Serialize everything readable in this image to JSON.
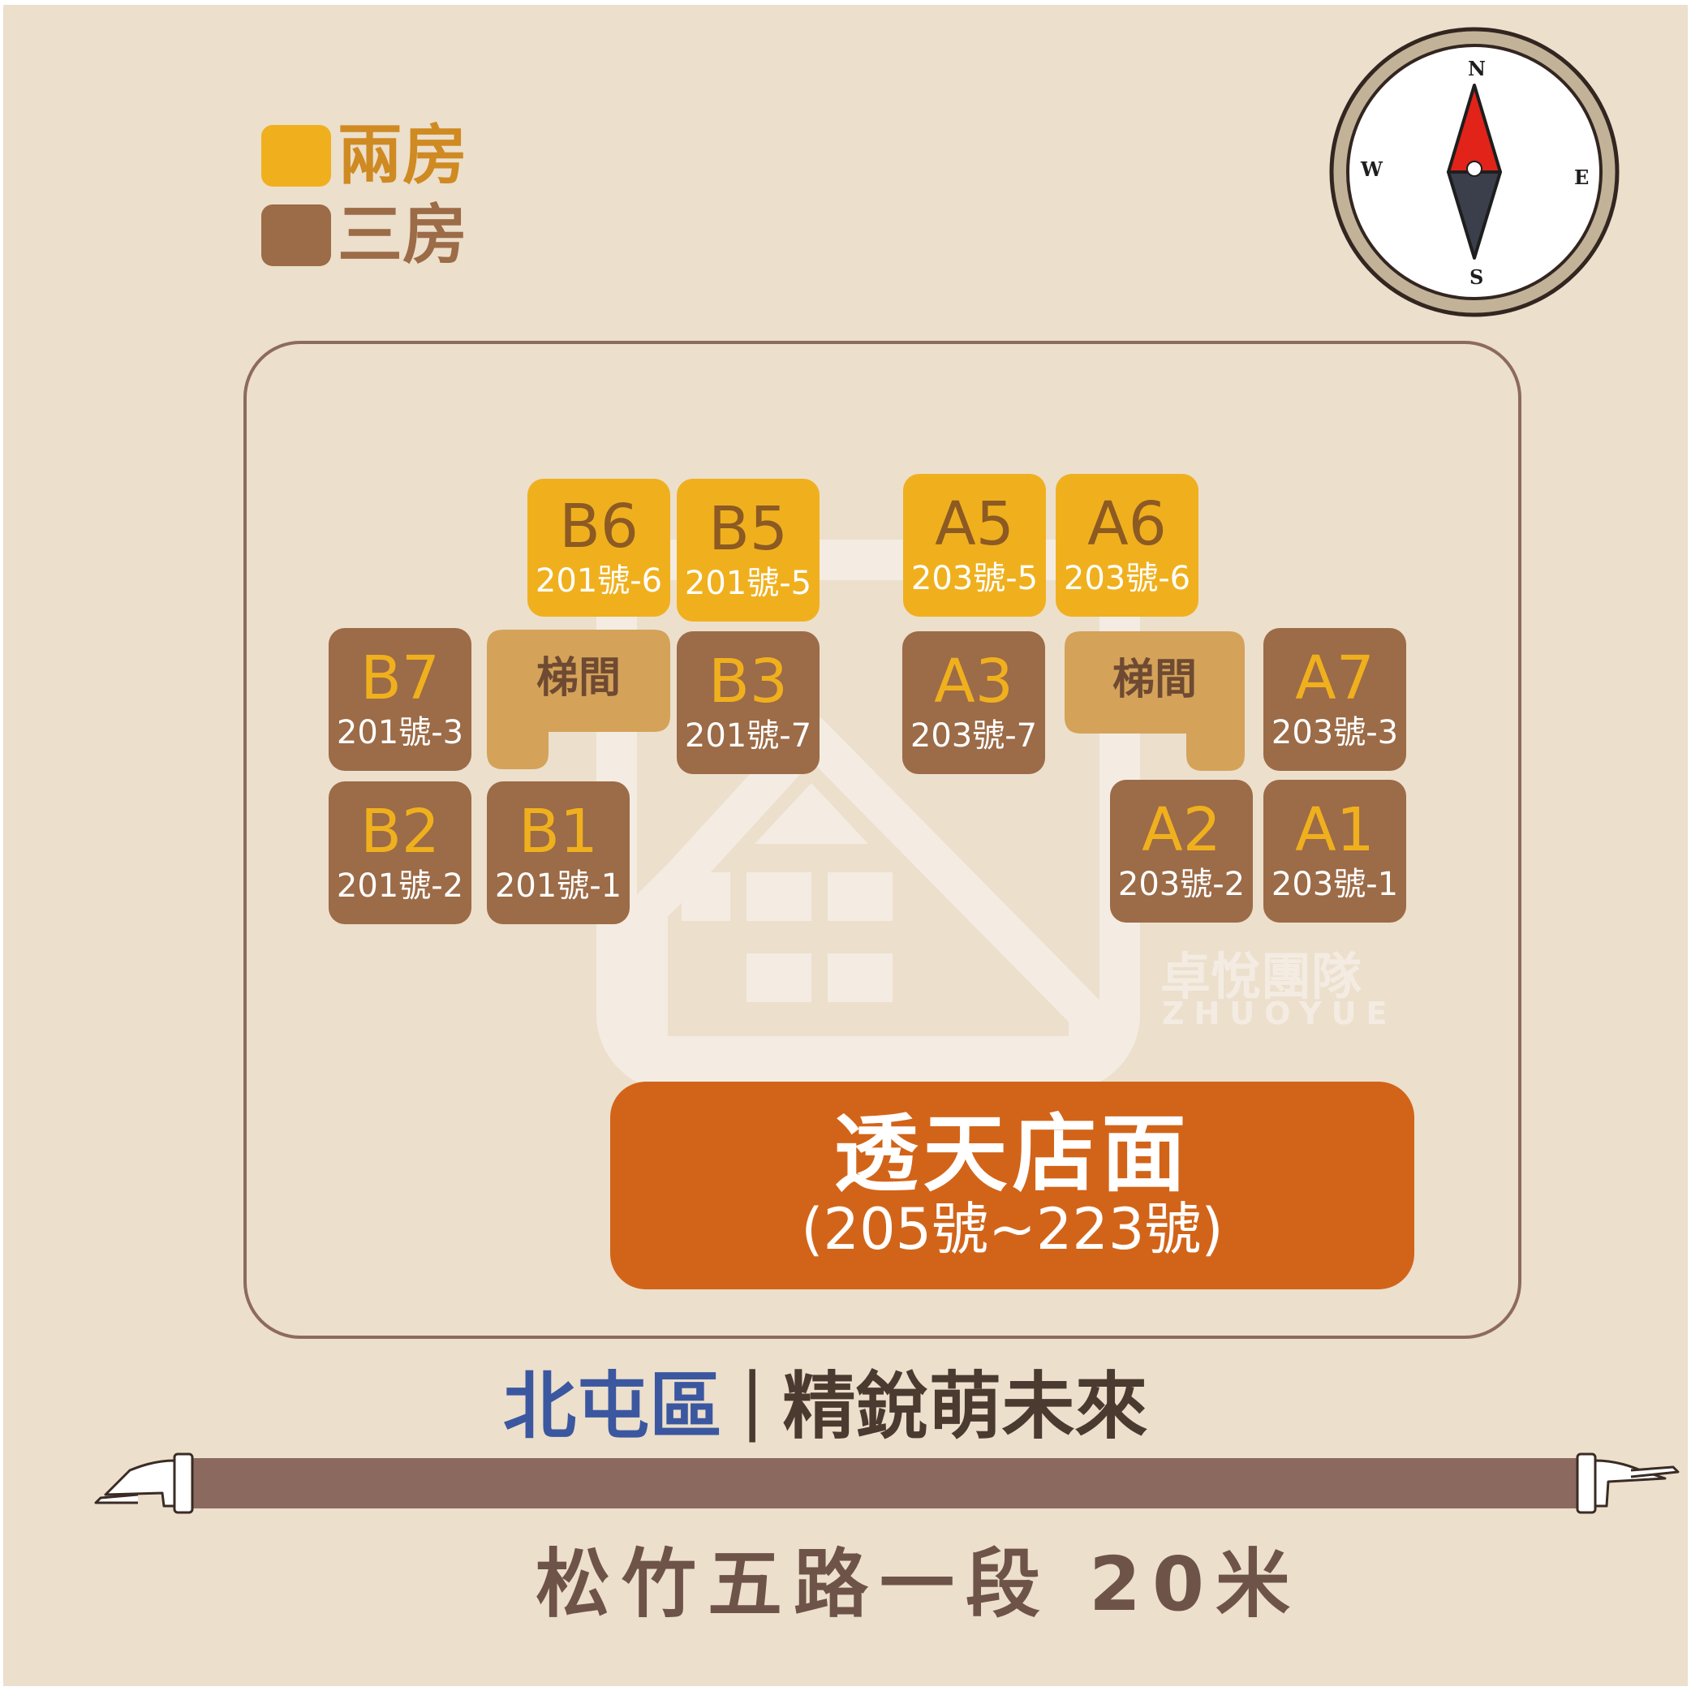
{
  "legend": [
    {
      "label": "兩房",
      "color": "#f0b01e",
      "text_color": "#cf8a22"
    },
    {
      "label": "三房",
      "color": "#9c6b47",
      "text_color": "#9c6b47"
    }
  ],
  "compass": {
    "north": "N",
    "south": "S",
    "east": "E",
    "west": "W"
  },
  "units": {
    "B6": {
      "code": "B6",
      "number": "201號-6"
    },
    "B5": {
      "code": "B5",
      "number": "201號-5"
    },
    "A5": {
      "code": "A5",
      "number": "203號-5"
    },
    "A6": {
      "code": "A6",
      "number": "203號-6"
    },
    "B7": {
      "code": "B7",
      "number": "201號-3"
    },
    "B3": {
      "code": "B3",
      "number": "201號-7"
    },
    "A3": {
      "code": "A3",
      "number": "203號-7"
    },
    "A7": {
      "code": "A7",
      "number": "203號-3"
    },
    "B2": {
      "code": "B2",
      "number": "201號-2"
    },
    "B1": {
      "code": "B1",
      "number": "201號-1"
    },
    "A2": {
      "code": "A2",
      "number": "203號-2"
    },
    "A1": {
      "code": "A1",
      "number": "203號-1"
    }
  },
  "stairwell_label": "梯間",
  "storefront": {
    "title": "透天店面",
    "range": "(205號~223號)"
  },
  "watermark": {
    "chinese": "卓悅團隊",
    "english": "ZHUOYUE"
  },
  "project": {
    "district": "北屯區",
    "separator": "|",
    "name": "精銳萌未來"
  },
  "road": {
    "name": "松竹五路一段 20米"
  },
  "colors": {
    "background": "#ecdfcc",
    "two_room": "#f0b01e",
    "three_room": "#9c6b47",
    "stairwell": "#d4a259",
    "storefront": "#d26419",
    "road": "#8c695f",
    "frame": "#8d6b5c",
    "compass_red": "#e2231a",
    "compass_dark": "#3b3f4b"
  }
}
